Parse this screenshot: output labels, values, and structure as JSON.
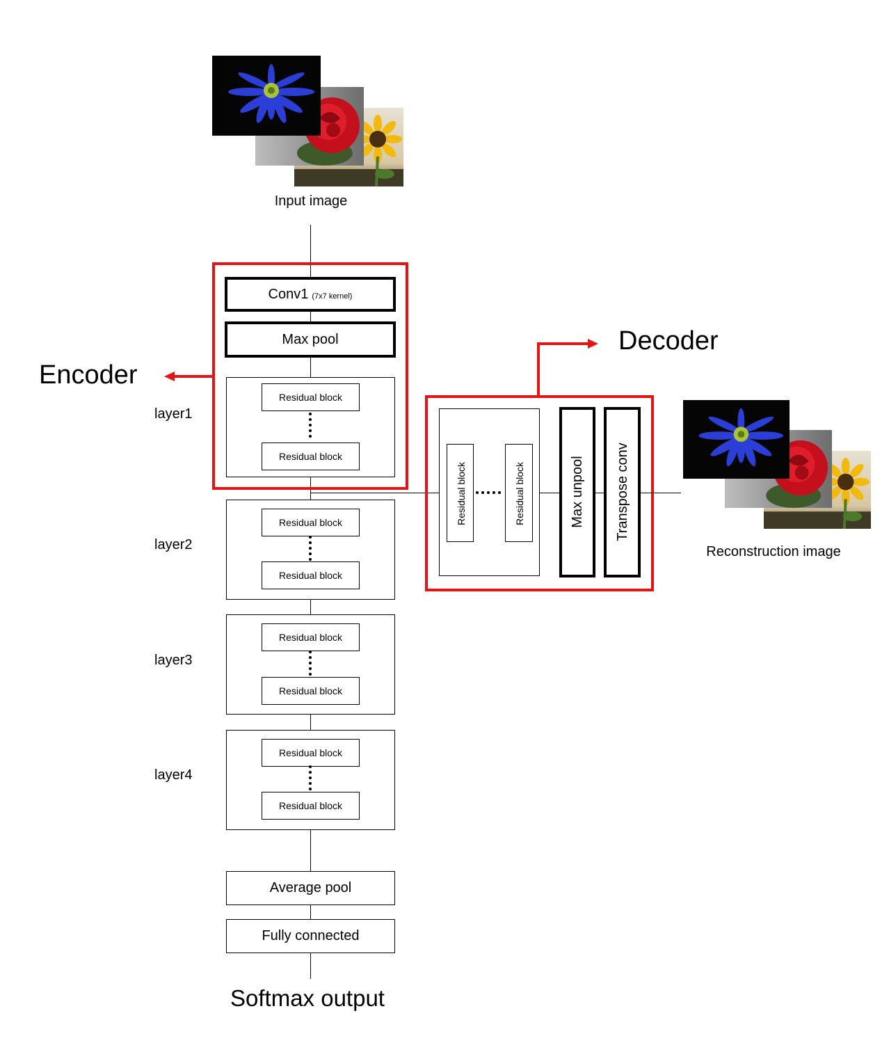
{
  "input": {
    "label": "Input image"
  },
  "encoder": {
    "title": "Encoder",
    "conv1": {
      "label": "Conv1",
      "sub": "(7x7 kernel)"
    },
    "maxpool": {
      "label": "Max pool"
    }
  },
  "layers": [
    {
      "label": "layer1",
      "block_top": "Residual block",
      "block_bottom": "Residual block"
    },
    {
      "label": "layer2",
      "block_top": "Residual block",
      "block_bottom": "Residual block"
    },
    {
      "label": "layer3",
      "block_top": "Residual block",
      "block_bottom": "Residual block"
    },
    {
      "label": "layer4",
      "block_top": "Residual block",
      "block_bottom": "Residual block"
    }
  ],
  "decoder": {
    "title": "Decoder",
    "res_left": "Residual block",
    "res_right": "Residual block",
    "max_unpool": "Max unpool",
    "transpose_conv": "Transpose conv"
  },
  "reconstruction": {
    "label": "Reconstruction image"
  },
  "avgpool": {
    "label": "Average pool"
  },
  "fc": {
    "label": "Fully connected"
  },
  "output": {
    "label": "Softmax output"
  },
  "colors": {
    "highlight": "#e41414",
    "stroke": "#000000"
  }
}
